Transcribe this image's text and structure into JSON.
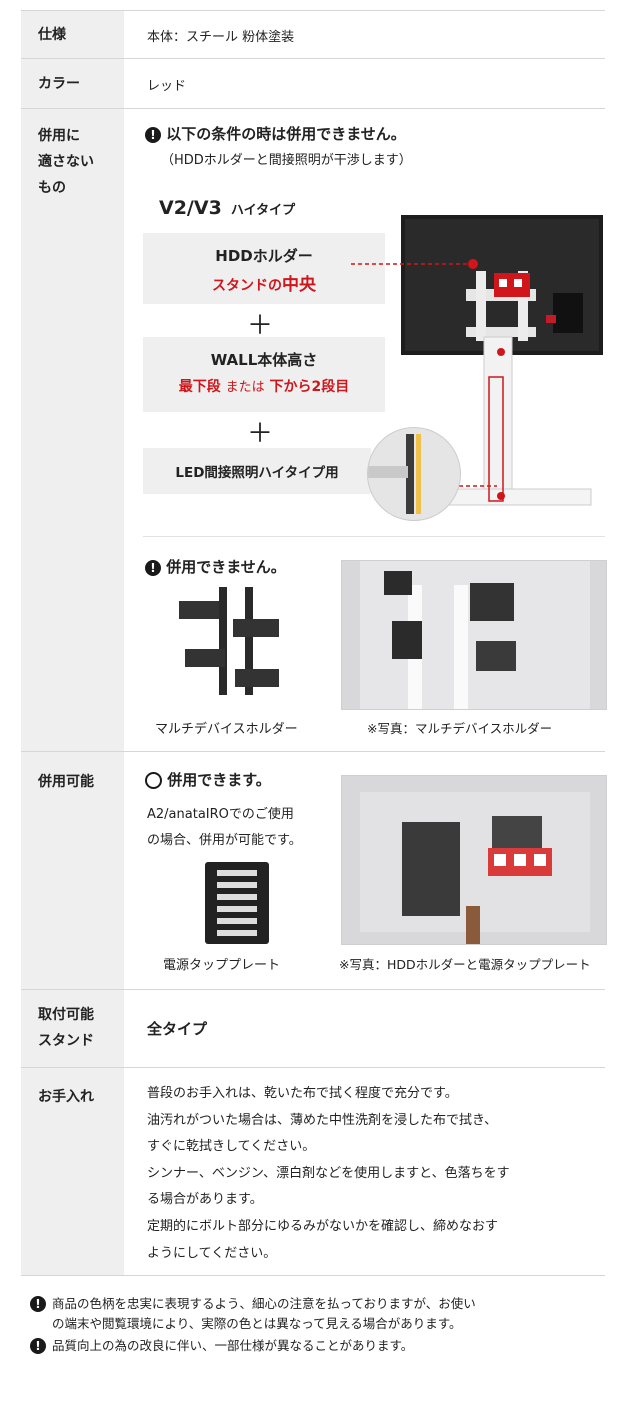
{
  "rows": {
    "spec": {
      "label": "仕様",
      "value": "本体：スチール 粉体塗装"
    },
    "color": {
      "label": "カラー",
      "value": "レッド"
    },
    "incompatible": {
      "label": "併用に\n適さない\nもの",
      "notice1": "以下の条件の時は併用できません。",
      "notice1_sub": "（HDDホルダーと間接照明が干渉します）",
      "model": "V2/V3",
      "model_suffix": "ハイタイプ",
      "box1_title": "HDDホルダー",
      "box1_detail_a": "スタンドの",
      "box1_detail_b": "中央",
      "plus": "＋",
      "box2_title": "WALL本体高さ",
      "box2_detail_a": "最下段",
      "box2_detail_b": "または",
      "box2_detail_c": "下から2段目",
      "box3_title": "LED間接照明ハイタイプ用",
      "notice2": "併用できません。",
      "item_caption": "マルチデバイスホルダー",
      "photo_caption": "※写真：マルチデバイスホルダー"
    },
    "compatible": {
      "label": "併用可能",
      "notice": "併用できます。",
      "desc": "A2/anataIROでのご使用\nの場合、併用が可能です。",
      "item_caption": "電源タッププレート",
      "photo_caption": "※写真：HDDホルダーと電源タッププレート"
    },
    "stands": {
      "label": "取付可能\nスタンド",
      "value": "全タイプ"
    },
    "care": {
      "label": "お手入れ",
      "lines": [
        "普段のお手入れは、乾いた布で拭く程度で充分です。",
        "油汚れがついた場合は、薄めた中性洗剤を浸した布で拭き、",
        "すぐに乾拭きしてください。",
        "シンナー、ベンジン、漂白剤などを使用しますと、色落ちをす",
        "る場合があります。",
        "定期的にボルト部分にゆるみがないかを確認し、締めなおす",
        "ようにしてください。"
      ]
    }
  },
  "footnotes": [
    "商品の色柄を忠実に表現するよう、細心の注意を払っておりますが、お使い\nの端末や閲覧環境により、実際の色とは異なって見える場合があります。",
    "品質向上の為の改良に伴い、一部仕様が異なることがあります。"
  ],
  "colors": {
    "accent_red": "#d0161b",
    "label_bg": "#efefef",
    "border": "#d6d6d6"
  },
  "icons": [
    "exclamation-circle-icon",
    "circle-ok-icon",
    "plus-icon"
  ]
}
